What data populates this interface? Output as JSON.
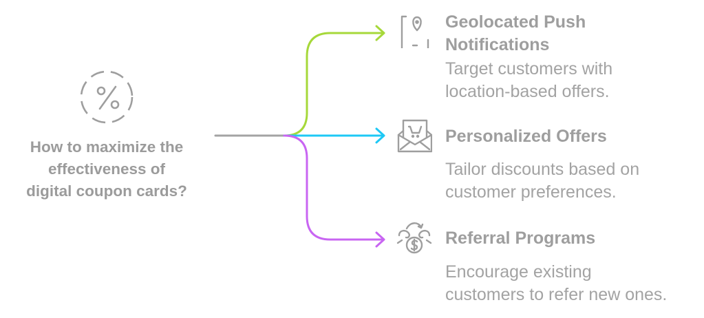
{
  "root": {
    "icon": "percent-dashed-circle-icon",
    "question": [
      "How to maximize the",
      "effectiveness of",
      "digital coupon cards?"
    ]
  },
  "branches": [
    {
      "icon": "phone-location-pin-icon",
      "title": [
        "Geolocated Push",
        "Notifications"
      ],
      "description": [
        "Target customers with",
        "location-based offers."
      ],
      "color": "#a6d83a"
    },
    {
      "icon": "envelope-shopping-cart-icon",
      "title": [
        "Personalized Offers"
      ],
      "description": [
        "Tailor discounts based on",
        "customer preferences."
      ],
      "color": "#1ec8f5"
    },
    {
      "icon": "referral-money-exchange-icon",
      "title": [
        "Referral Programs"
      ],
      "description": [
        "Encourage existing",
        "customers to refer new ones."
      ],
      "color": "#c865f2"
    }
  ],
  "colors": {
    "trunk": "#a3a3a3",
    "text": "#9e9e9e",
    "icon_stroke": "#9e9e9e"
  }
}
